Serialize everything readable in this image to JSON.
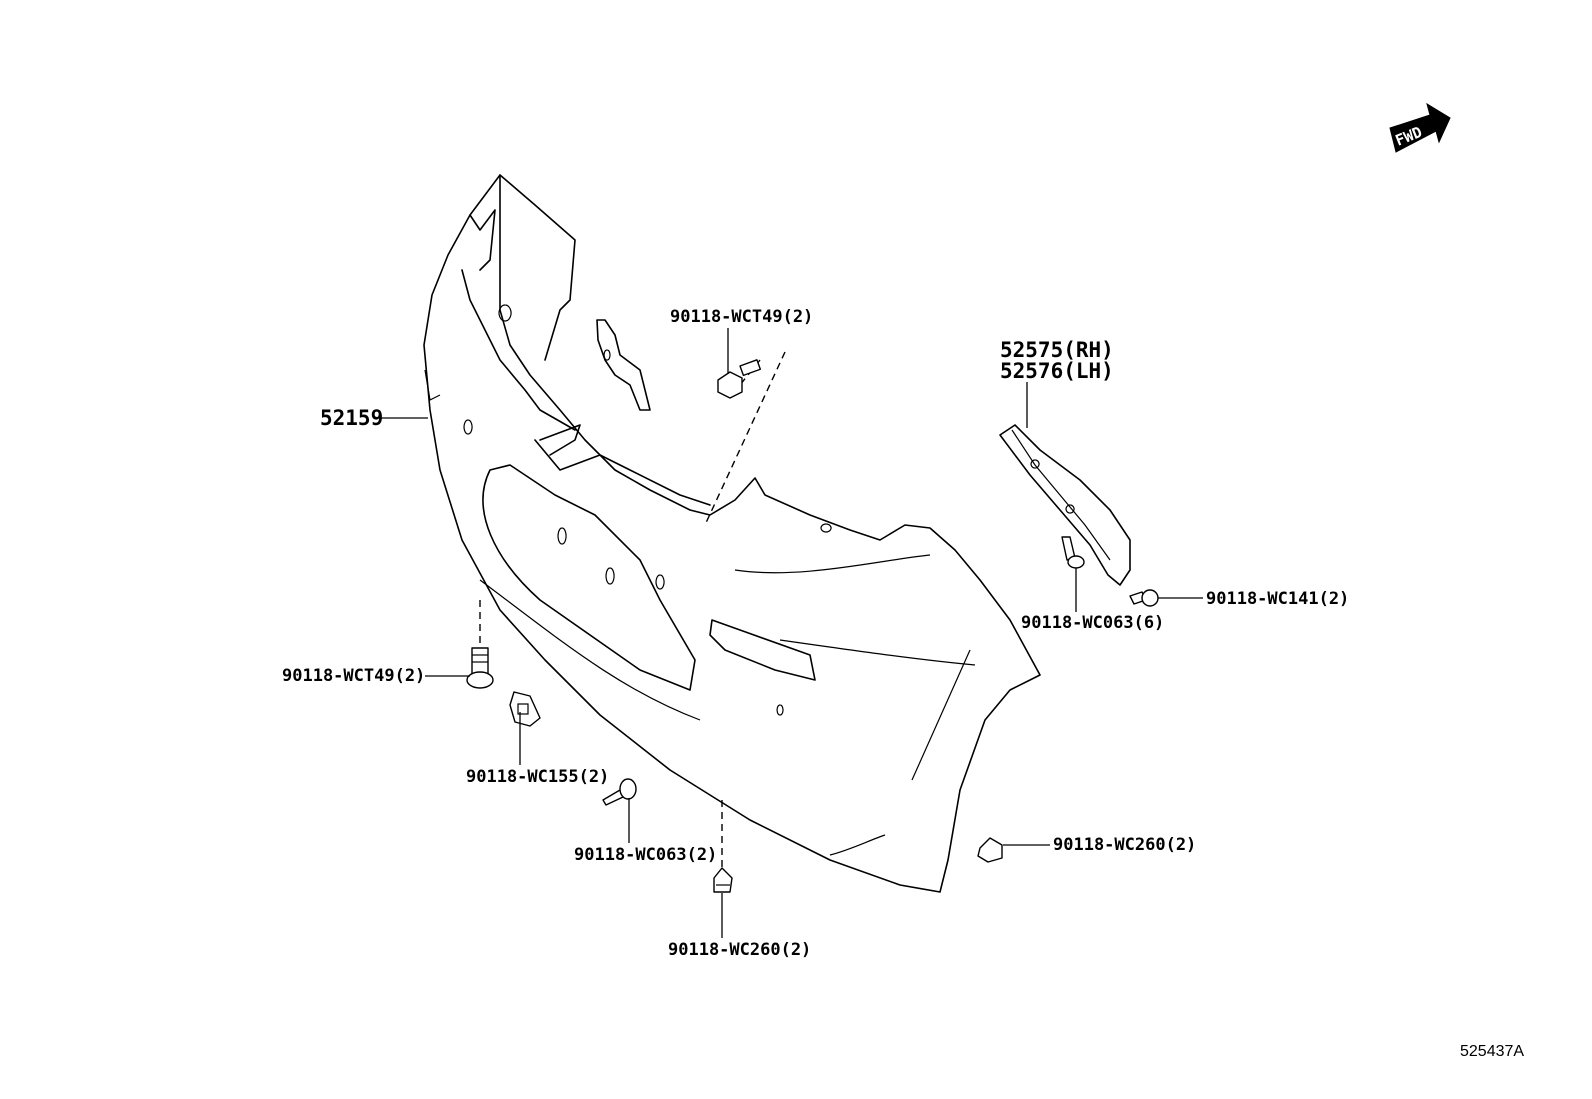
{
  "fwd_arrow": {
    "text": "FWD"
  },
  "figure_code": "525437A",
  "callouts": {
    "bumper_cover": "52159",
    "extension_rh": "52575(RH)",
    "extension_lh": "52576(LH)",
    "bolt_top": "90118-WCT49(2)",
    "bolt_left": "90118-WCT49(2)",
    "retainer": "90118-WC155(2)",
    "screw_lower": "90118-WC063(2)",
    "clip_bottom": "90118-WC260(2)",
    "clip_right": "90118-WC260(2)",
    "screw_extension": "90118-WC063(6)",
    "nut_extension": "90118-WC141(2)"
  }
}
